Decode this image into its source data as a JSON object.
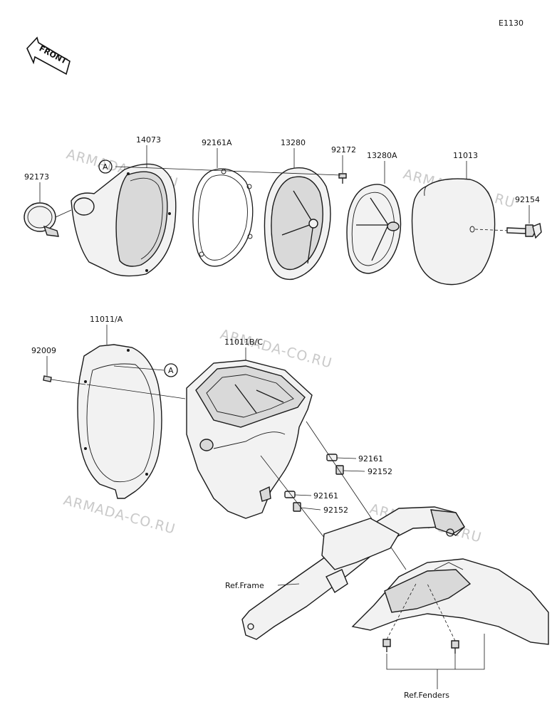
{
  "diagram_code": "E1130",
  "front_label": "FRONT",
  "watermark": "ARMADA-CO.RU",
  "callout_a": "A",
  "parts": {
    "p14073": "14073",
    "p92161a": "92161A",
    "p13280": "13280",
    "p92172": "92172",
    "p13280a": "13280A",
    "p11013": "11013",
    "p92173": "92173",
    "p92154": "92154",
    "p11011a": "11011/A",
    "p92009": "92009",
    "p11011bc": "11011B/C",
    "p92161_1": "92161",
    "p92152_1": "92152",
    "p92161_2": "92161",
    "p92152_2": "92152"
  },
  "refs": {
    "frame": "Ref.Frame",
    "fenders": "Ref.Fenders"
  }
}
